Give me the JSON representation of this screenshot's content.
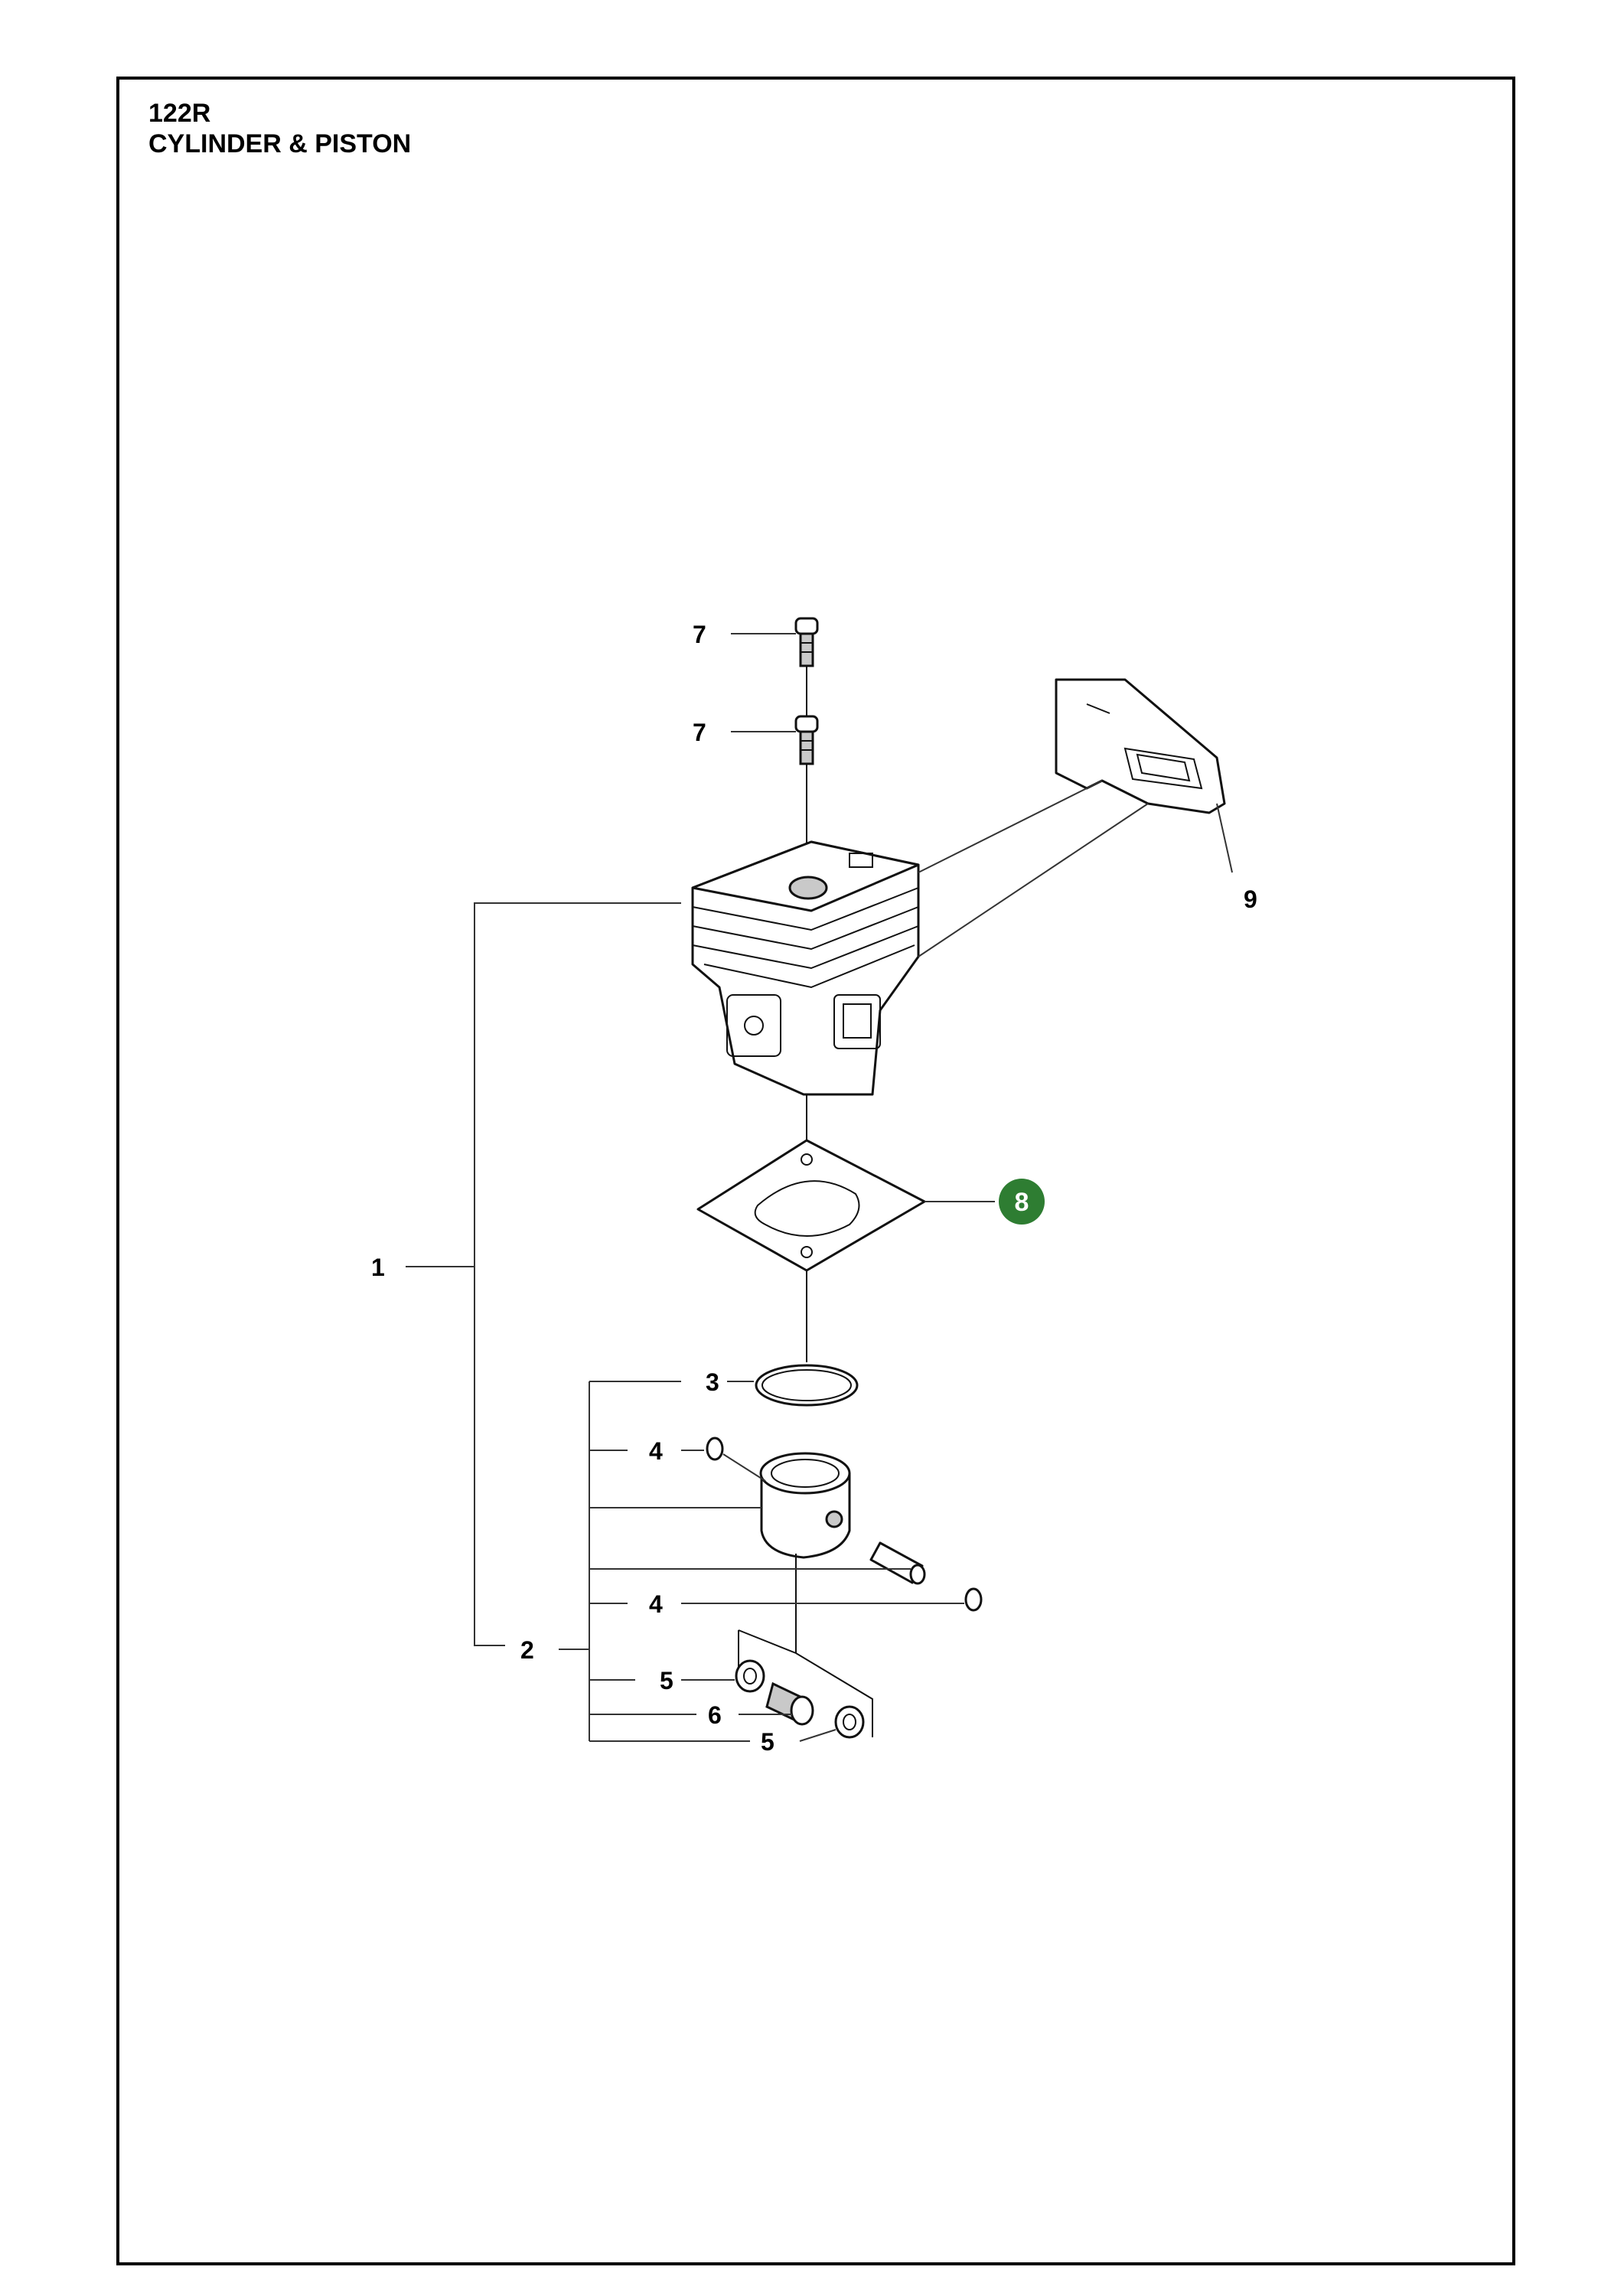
{
  "header": {
    "model": "122R",
    "section": "CYLINDER & PISTON"
  },
  "callouts": {
    "c1": "1",
    "c2": "2",
    "c3": "3",
    "c4a": "4",
    "c4b": "4",
    "c5a": "5",
    "c5b": "5",
    "c6": "6",
    "c7a": "7",
    "c7b": "7",
    "c8": "8",
    "c9": "9"
  },
  "colors": {
    "highlight": "#2e7d32",
    "highlight_text": "#ffffff",
    "line": "#000000"
  }
}
